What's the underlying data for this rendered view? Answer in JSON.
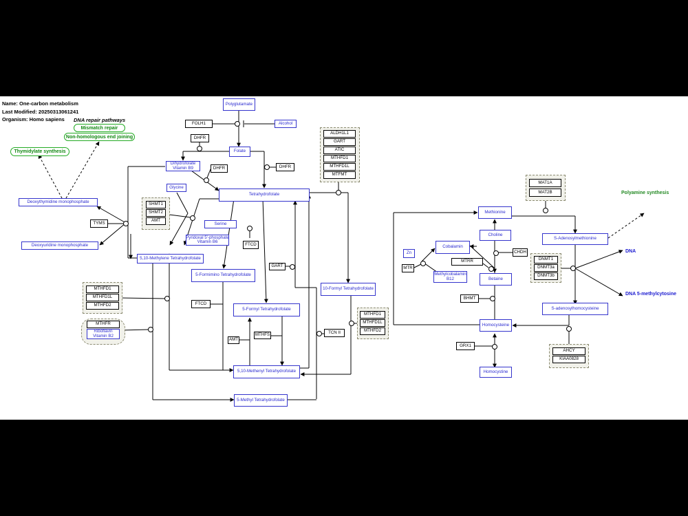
{
  "meta": {
    "name": "Name: One-carbon metabolism",
    "modified": "Last Modified: 20250313061241",
    "organism": "Organism: Homo sapiens"
  },
  "labels": {
    "dna_repair": "DNA repair pathways",
    "polyamine": "Polyamine synthesis",
    "dna": "DNA",
    "dna5mc": "DNA 5-methylcytosine"
  },
  "pathways": {
    "mismatch": "Mismatch repair",
    "nhej": "Non-homologous end joining",
    "thymidylate": "Thymidylate synthesis"
  },
  "metabolites": {
    "polyglutamate": "Polyglutamate",
    "alcohol": "Alcohol",
    "folate": "Folate",
    "dihydrofolate_1": "Dihydrofolate",
    "dihydrofolate_2": "Vitamin B9",
    "glycine": "Glycine",
    "thf": "Tetrahydrofolate",
    "dtmp": "Deoxythymidine monophosphate",
    "serine": "Serine",
    "plp_1": "Pyridoxal 5'-phosphate",
    "plp_2": "Vitamin B6",
    "dump": "Deoxyuridine monophosphate",
    "methylene_thf": "5,10-Methylene Tetrahydrofolate",
    "formimino_thf": "5-Formimino Tetrahydrofolate",
    "formyl10_thf": "10-Formyl Tetrahydrofolate",
    "formyl5_thf": "5-Formyl Tetrahydrofolate",
    "riboflavin_1": "Riboflavin",
    "riboflavin_2": "Vitamin B2",
    "methenyl_thf": "5,10-Methenyl Tetrahydrofolate",
    "methyl_thf": "5-Methyl Tetrahydrofolate",
    "methionine": "Methionine",
    "choline": "Choline",
    "sam": "S-Adenosylmethionine",
    "zn": "Zn",
    "cobalamin": "Cobalamin",
    "methylcobalamin_1": "Methylcobalamin",
    "methylcobalamin_2": "B12",
    "betaine": "Betaine",
    "sah": "S-adenosylhomocysteine",
    "homocysteine": "Homocysteine",
    "homocystine": "Homocystine"
  },
  "genes": {
    "folh1": "FOLH1",
    "dhfr_a": "DHFR",
    "dhfr_b": "DHFR",
    "dhfr_c": "DHFR",
    "tyms": "TYMS",
    "shmt1": "SHMT1",
    "shmt2": "SHMT2",
    "amt_a": "AMT",
    "ftcd_a": "FTCD",
    "gart_a": "GART",
    "ftcd_b": "FTCD",
    "amt_b": "AMT",
    "mthfs": "MTHFS",
    "tcn2": "TCN II",
    "aldh1l1": "ALDH1L1",
    "gart_b": "GART",
    "atic": "ATIC",
    "mthfd1_a": "MTHFD1",
    "mthfd1l_a": "MTHFD1L",
    "mtfmt": "MTFMT",
    "mthfd1_b": "MTHFD1",
    "mthfd1l_b": "MTHFD1L",
    "mthfd2_b": "MTHFD2",
    "mthfr": "MTHFR",
    "mthfd1_c": "MTHFD1",
    "mthfd1l_c": "MTHFD1L",
    "mthfd2_c": "MTHFD2",
    "mat1a": "MAT1A",
    "mat2b": "MAT2B",
    "mtr": "MTR",
    "mtrr": "MTRR",
    "chdh": "CHDH",
    "bhmt": "BHMT",
    "dnmt1": "DNMT1",
    "dnmt3a": "DNMT3a",
    "dnmt3b": "DNMT3b",
    "grx1": "GRX1",
    "ahcy": "AHCY",
    "kiaa0828": "KIAA0828"
  },
  "colors": {
    "metabolite": "#2a2ad0",
    "pathway": "#118811",
    "edge": "#000000"
  }
}
